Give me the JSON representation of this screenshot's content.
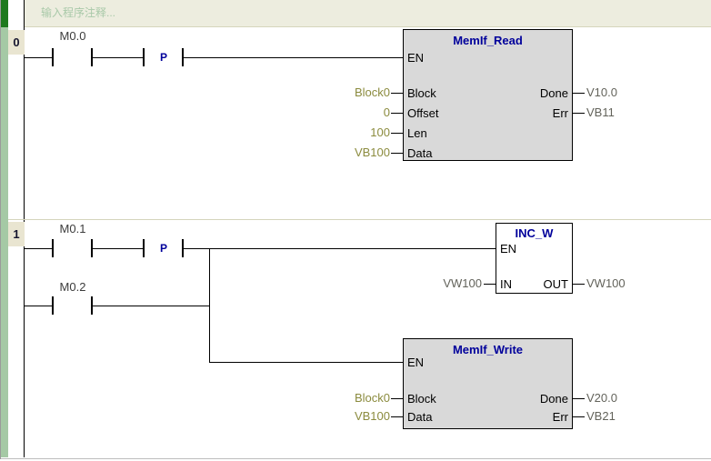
{
  "editor": {
    "comment_placeholder": "输入程序注释...",
    "colors": {
      "block_title": "#00009b",
      "operand_input": "#8b8b3e",
      "operand_output": "#63635b",
      "gutter_green": "#a5c9a5",
      "gutter_green_dark": "#1e7a1e",
      "comment_bg": "#ededdf",
      "comment_text": "#a9c9a9",
      "network_badge_bg": "#e9e5d1",
      "block_gray_bg": "#d9d9d9"
    }
  },
  "networks": [
    {
      "number": "0",
      "contacts": [
        {
          "label": "M0.0"
        },
        {
          "label": "P"
        }
      ],
      "blocks": [
        {
          "title": "MemIf_Read",
          "en_label": "EN",
          "inputs": [
            {
              "port": "Block",
              "operand": "Block0"
            },
            {
              "port": "Offset",
              "operand": "0"
            },
            {
              "port": "Len",
              "operand": "100"
            },
            {
              "port": "Data",
              "operand": "VB100"
            }
          ],
          "outputs": [
            {
              "port": "Done",
              "operand": "V10.0"
            },
            {
              "port": "Err",
              "operand": "VB11"
            }
          ]
        }
      ]
    },
    {
      "number": "1",
      "contacts": [
        {
          "label": "M0.1"
        },
        {
          "label": "P"
        },
        {
          "label": "M0.2"
        }
      ],
      "blocks": [
        {
          "title": "INC_W",
          "en_label": "EN",
          "inputs": [
            {
              "port": "IN",
              "operand": "VW100"
            }
          ],
          "outputs": [
            {
              "port": "OUT",
              "operand": "VW100"
            }
          ]
        },
        {
          "title": "MemIf_Write",
          "en_label": "EN",
          "inputs": [
            {
              "port": "Block",
              "operand": "Block0"
            },
            {
              "port": "Data",
              "operand": "VB100"
            }
          ],
          "outputs": [
            {
              "port": "Done",
              "operand": "V20.0"
            },
            {
              "port": "Err",
              "operand": "VB21"
            }
          ]
        }
      ]
    }
  ]
}
